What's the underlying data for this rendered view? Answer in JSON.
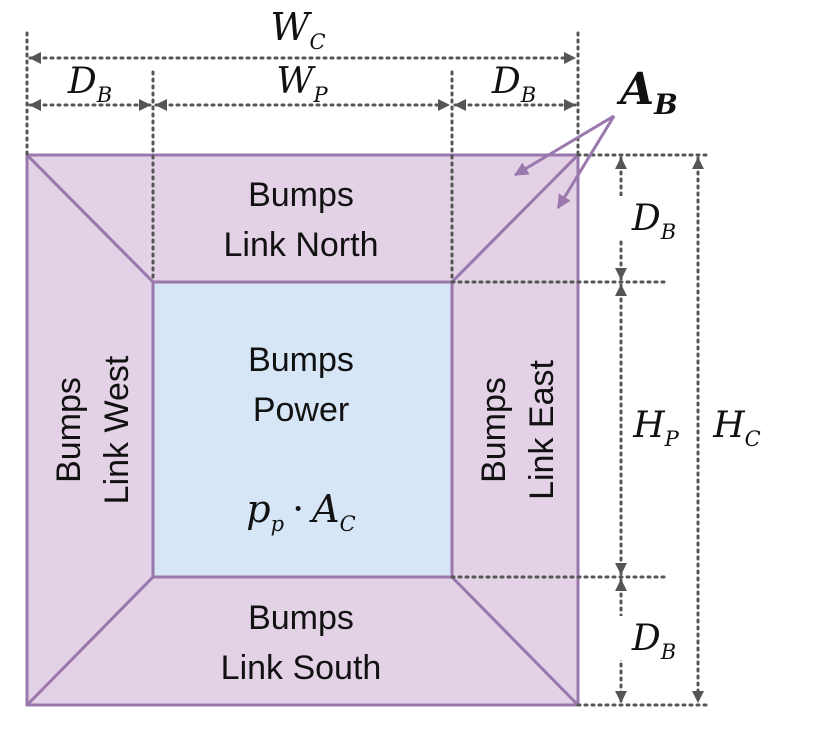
{
  "colors": {
    "outline": "#9a78ae",
    "link_fill": "#e3d2e6",
    "power_fill": "#d6e6f7",
    "dim_line": "#555555",
    "text": "#111111"
  },
  "regions": {
    "north": {
      "line1": "Bumps",
      "line2": "Link North"
    },
    "south": {
      "line1": "Bumps",
      "line2": "Link South"
    },
    "west": {
      "line1": "Bumps",
      "line2": "Link West"
    },
    "east": {
      "line1": "Bumps",
      "line2": "Link East"
    },
    "power": {
      "line1": "Bumps",
      "line2": "Power"
    }
  },
  "formula": {
    "p": "p",
    "p_sub": "p",
    "dot": "·",
    "A": "A",
    "A_sub": "C"
  },
  "dimensions": {
    "wc": {
      "main": "W",
      "sub": "C"
    },
    "wp": {
      "main": "W",
      "sub": "P"
    },
    "db_left": {
      "main": "D",
      "sub": "B"
    },
    "db_right": {
      "main": "D",
      "sub": "B"
    },
    "db_top": {
      "main": "D",
      "sub": "B"
    },
    "db_bottom": {
      "main": "D",
      "sub": "B"
    },
    "hp": {
      "main": "H",
      "sub": "P"
    },
    "hc": {
      "main": "H",
      "sub": "C"
    }
  },
  "callout": {
    "main": "A",
    "sub": "B"
  }
}
